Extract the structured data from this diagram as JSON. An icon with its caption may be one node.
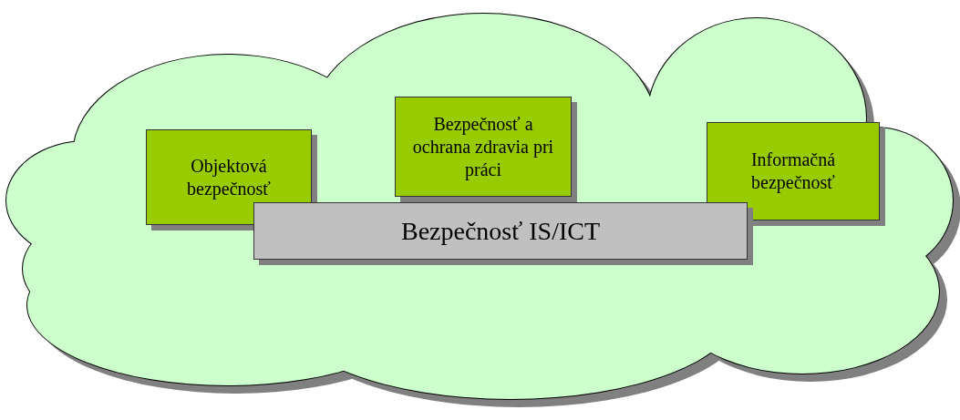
{
  "diagram": {
    "nodes": [
      {
        "text": [],
        "shape": "cloud"
      },
      {
        "text": [
          "Objektová bezpečnosť"
        ],
        "in": 0
      },
      {
        "text": [
          "Bezpečnosť a ochrana zdravia pri práci"
        ],
        "in": 0
      },
      {
        "text": [
          "Informačná bezpečnosť"
        ],
        "in": 0
      },
      {
        "text": [
          "Bezpečnosť IS/ICT"
        ],
        "in": 0
      }
    ]
  }
}
